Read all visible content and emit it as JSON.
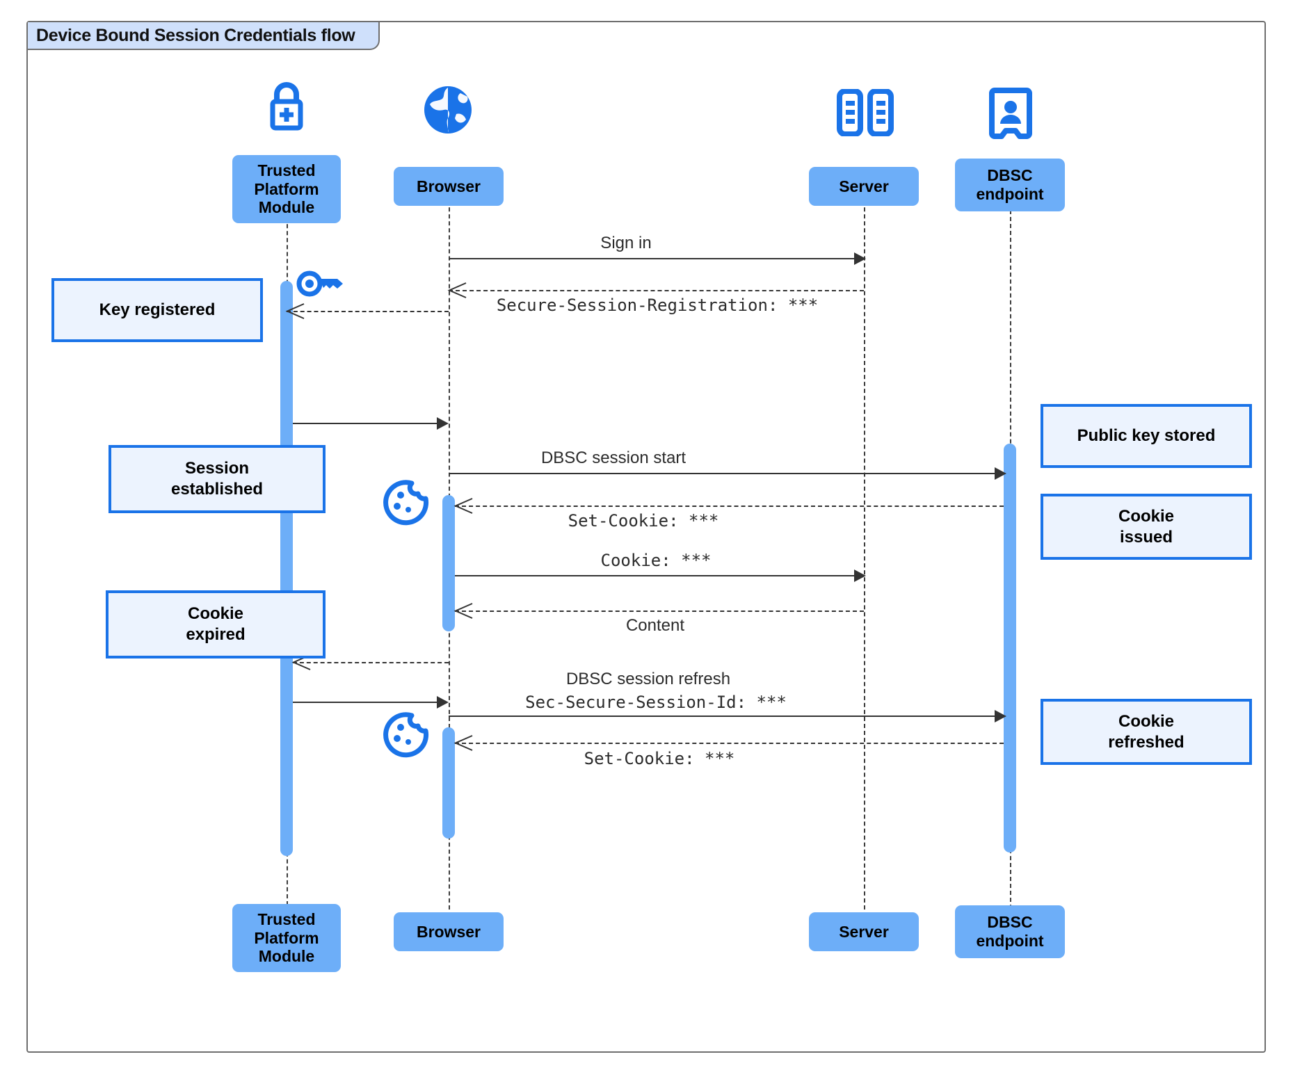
{
  "diagram": {
    "title": "Device Bound Session Credentials flow",
    "type": "uml-sequence-diagram",
    "colors": {
      "participant_fill": "#6daef8",
      "note_fill": "#ecf3fe",
      "note_border": "#1a73e8",
      "icon_blue": "#1a73e8",
      "frame_border": "#6e6e6e",
      "title_fill": "#cfe0fb",
      "line": "#333333"
    }
  },
  "participants": [
    {
      "id": "tpm",
      "label": "Trusted\nPlatform\nModule",
      "icon": "lock-plus-icon"
    },
    {
      "id": "browser",
      "label": "Browser",
      "icon": "globe-icon"
    },
    {
      "id": "server",
      "label": "Server",
      "icon": "server-rack-icon"
    },
    {
      "id": "dbsc",
      "label": "DBSC\nendpoint",
      "icon": "id-badge-icon"
    }
  ],
  "participants_bottom": [
    {
      "id": "tpm",
      "label": "Trusted\nPlatform\nModule"
    },
    {
      "id": "browser",
      "label": "Browser"
    },
    {
      "id": "server",
      "label": "Server"
    },
    {
      "id": "dbsc",
      "label": "DBSC\nendpoint"
    }
  ],
  "messages": [
    {
      "id": "m1",
      "text": "Sign in",
      "style": "sans",
      "from": "browser",
      "to": "server",
      "line": "solid"
    },
    {
      "id": "m2",
      "text": "Secure-Session-Registration: ***",
      "style": "mono",
      "from": "server",
      "to": "browser",
      "line": "dashed"
    },
    {
      "id": "m3",
      "text": "",
      "style": "sans",
      "from": "tpm",
      "to": "browser",
      "line": "solid"
    },
    {
      "id": "m4",
      "text": "DBSC session start",
      "style": "sans",
      "from": "browser",
      "to": "dbsc",
      "line": "solid"
    },
    {
      "id": "m5",
      "text": "Set-Cookie: ***",
      "style": "mono",
      "from": "dbsc",
      "to": "browser",
      "line": "dashed"
    },
    {
      "id": "m6",
      "text": "Cookie: ***",
      "style": "mono",
      "from": "browser",
      "to": "server",
      "line": "solid"
    },
    {
      "id": "m7",
      "text": "Content",
      "style": "sans",
      "from": "server",
      "to": "browser",
      "line": "dashed"
    },
    {
      "id": "m8",
      "text": "",
      "style": "sans",
      "from": "browser",
      "to": "tpm",
      "line": "dashed"
    },
    {
      "id": "m9",
      "text": "DBSC session refresh",
      "style": "sans",
      "from": "tpm",
      "to": "browser",
      "line": "solid"
    },
    {
      "id": "m10",
      "text": "Sec-Secure-Session-Id: ***",
      "style": "mono",
      "from": "browser",
      "to": "dbsc",
      "line": "solid"
    },
    {
      "id": "m11",
      "text": "Set-Cookie: ***",
      "style": "mono",
      "from": "dbsc",
      "to": "browser",
      "line": "dashed"
    }
  ],
  "notes": [
    {
      "id": "n1",
      "text": "Key registered",
      "side": "left",
      "anchor": "tpm"
    },
    {
      "id": "n2",
      "text": "Session\nestablished",
      "side": "left",
      "anchor": "tpm"
    },
    {
      "id": "n3",
      "text": "Cookie\nexpired",
      "side": "left",
      "anchor": "tpm"
    },
    {
      "id": "n4",
      "text": "Public key stored",
      "side": "right",
      "anchor": "dbsc"
    },
    {
      "id": "n5",
      "text": "Cookie\nissued",
      "side": "right",
      "anchor": "dbsc"
    },
    {
      "id": "n6",
      "text": "Cookie\nrefreshed",
      "side": "right",
      "anchor": "dbsc"
    }
  ],
  "inline_icons": [
    {
      "id": "i1",
      "name": "key-icon",
      "near": "tpm-activation-start"
    },
    {
      "id": "i2",
      "name": "cookie-icon",
      "near": "browser-set-cookie-1"
    },
    {
      "id": "i3",
      "name": "cookie-icon",
      "near": "browser-set-cookie-2"
    }
  ]
}
